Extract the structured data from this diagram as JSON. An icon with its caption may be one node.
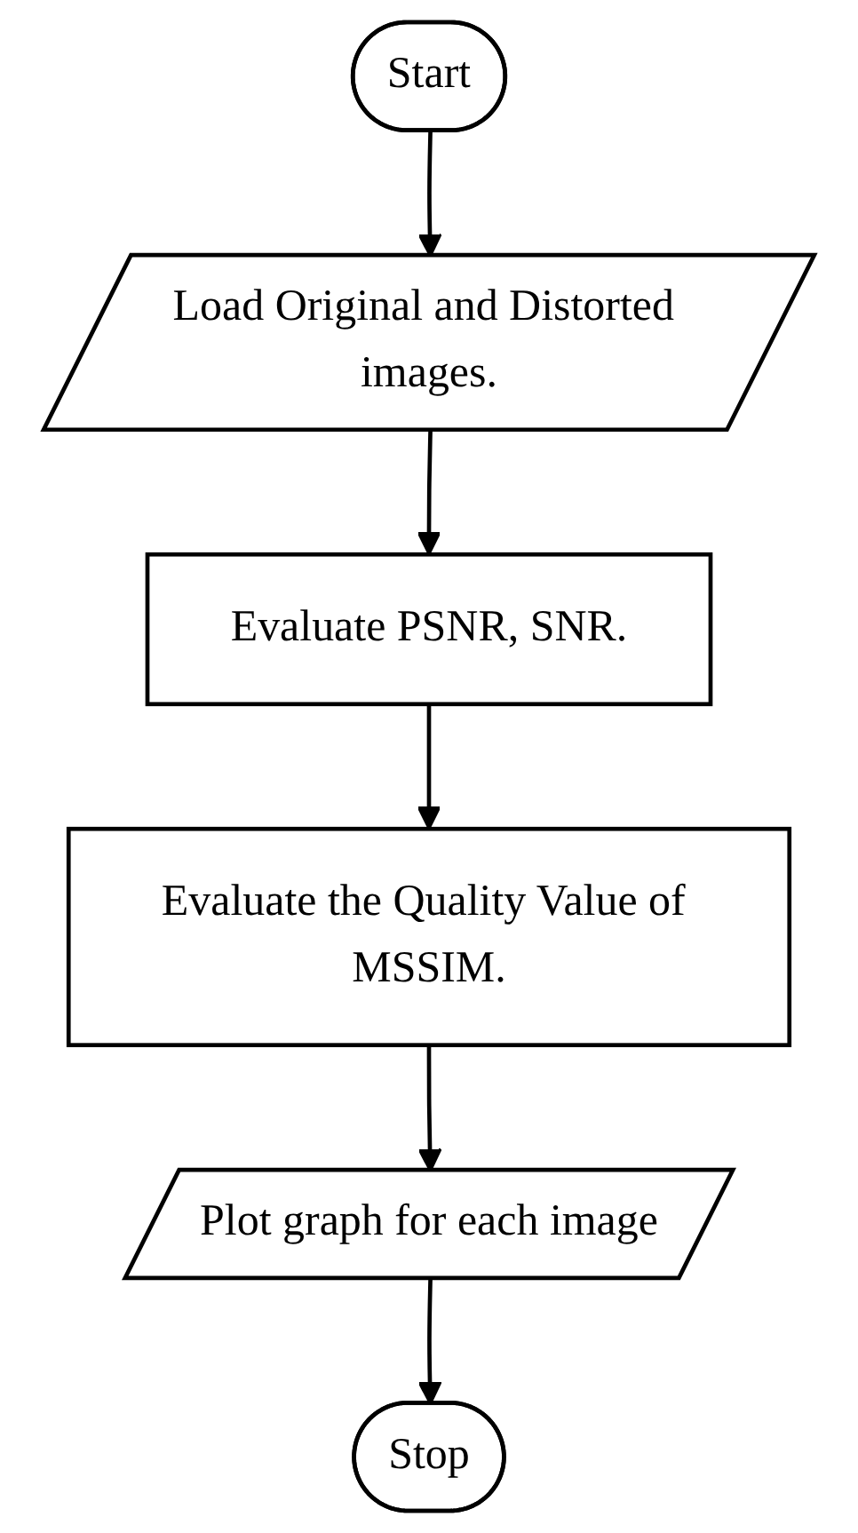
{
  "diagram": {
    "nodes": [
      {
        "text": [
          "Start"
        ]
      },
      {
        "text": [
          "Load Original and Distorted images."
        ]
      },
      {
        "text": [
          "Evaluate PSNR, SNR."
        ]
      },
      {
        "text": [
          "Evaluate the Quality Value of MSSIM."
        ]
      },
      {
        "text": [
          "Plot graph for each image"
        ]
      },
      {
        "text": [
          "Stop"
        ]
      }
    ],
    "edges": [
      {
        "from": 0,
        "to": 1,
        "arrow": "to"
      },
      {
        "from": 1,
        "to": 2,
        "arrow": "to"
      },
      {
        "from": 2,
        "to": 3,
        "arrow": "to"
      },
      {
        "from": 3,
        "to": 4,
        "arrow": "to"
      },
      {
        "from": 4,
        "to": 5,
        "arrow": "to"
      }
    ]
  }
}
